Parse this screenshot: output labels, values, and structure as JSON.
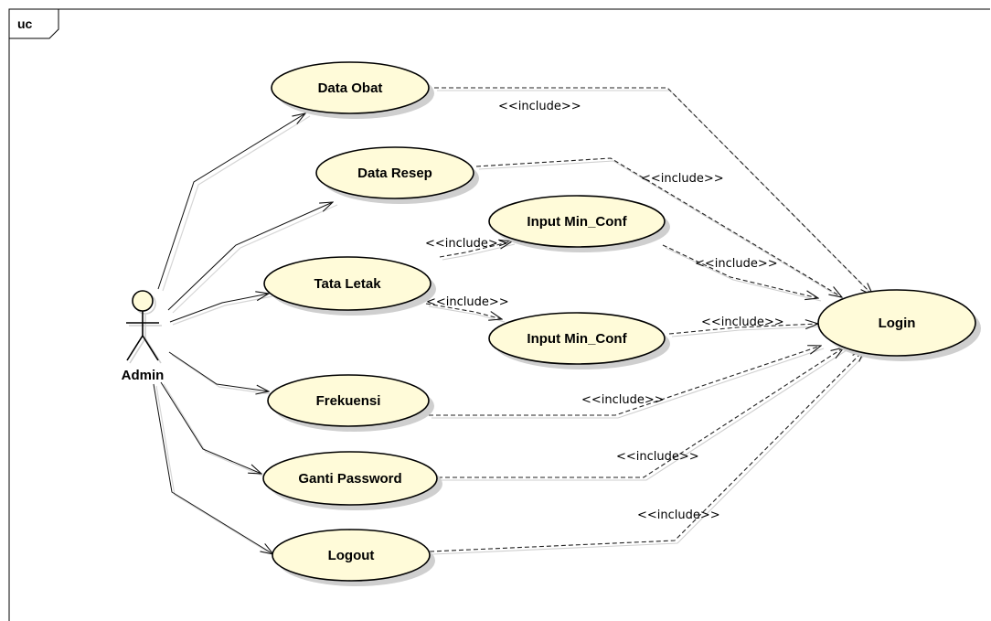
{
  "frame": {
    "tag": "uc"
  },
  "actor": {
    "name": "Admin"
  },
  "use_cases": {
    "data_obat": "Data Obat",
    "data_resep": "Data Resep",
    "input_min_conf_1": "Input Min_Conf",
    "tata_letak": "Tata Letak",
    "input_min_conf_2": "Input Min_Conf",
    "frekuensi": "Frekuensi",
    "ganti_password": "Ganti Password",
    "logout": "Logout",
    "login": "Login"
  },
  "relationships": {
    "include_data_obat": "<<include>>",
    "include_data_resep": "<<include>>",
    "include_input1_login": "<<include>>",
    "include_tata_input1": "<<include>>",
    "include_tata_input2": "<<include>>",
    "include_input2_login": "<<include>>",
    "include_frekuensi": "<<include>>",
    "include_ganti_password": "<<include>>",
    "include_logout": "<<include>>"
  }
}
